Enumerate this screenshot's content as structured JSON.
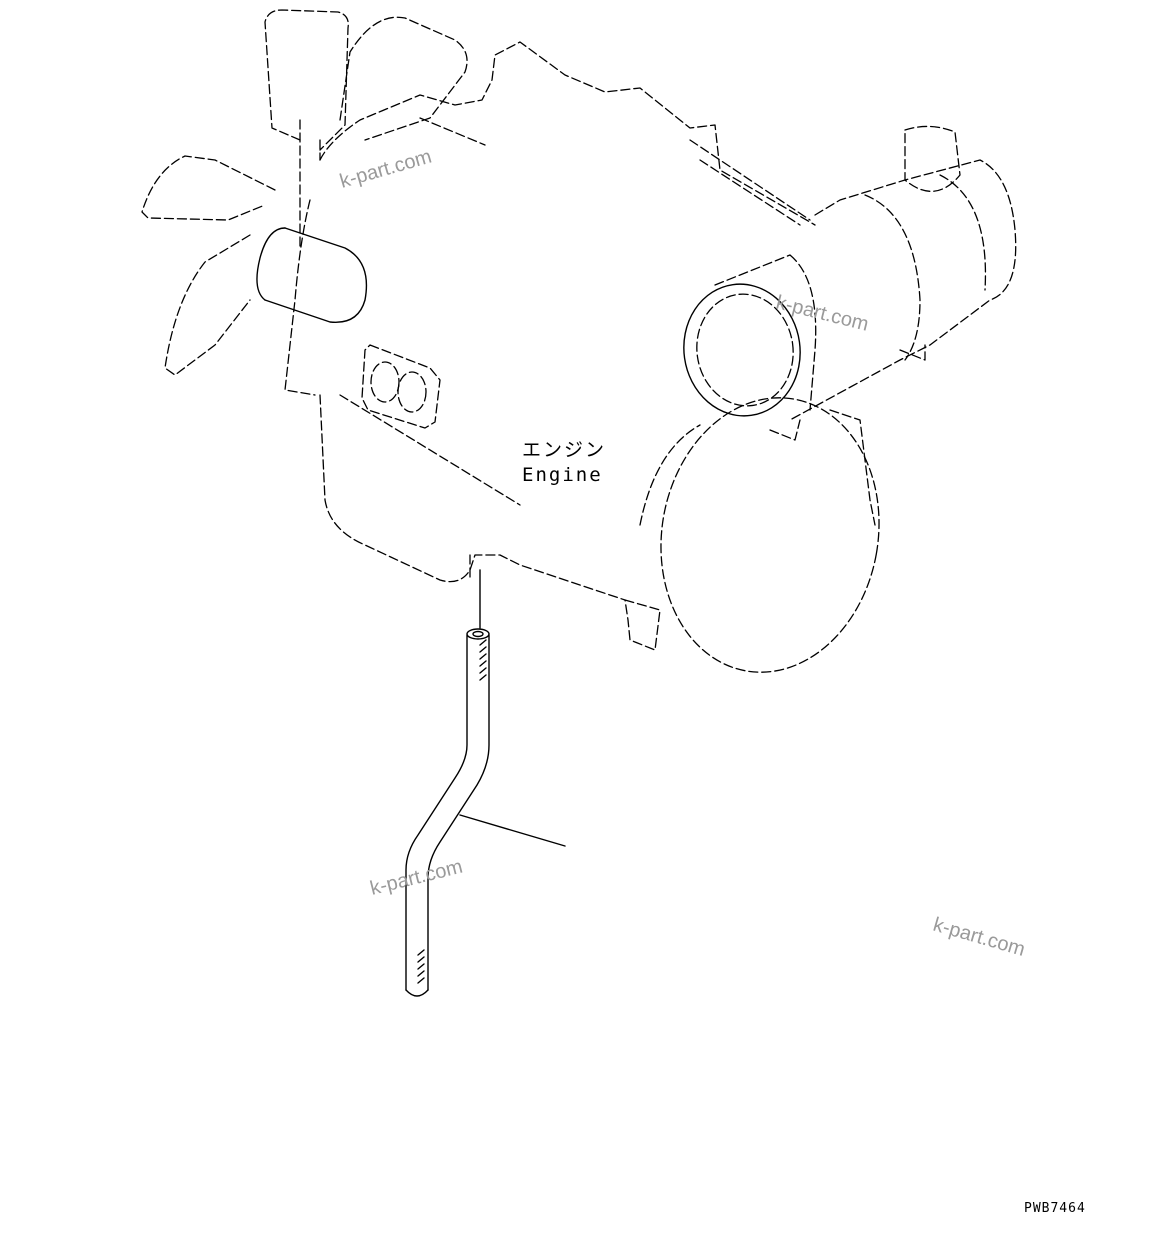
{
  "engine_label": {
    "jp": "エンジン",
    "en": "Engine"
  },
  "drawing_code": "PWB7464",
  "watermarks": [
    "k-part.com",
    "k-part.com",
    "k-part.com",
    "k-part.com"
  ]
}
